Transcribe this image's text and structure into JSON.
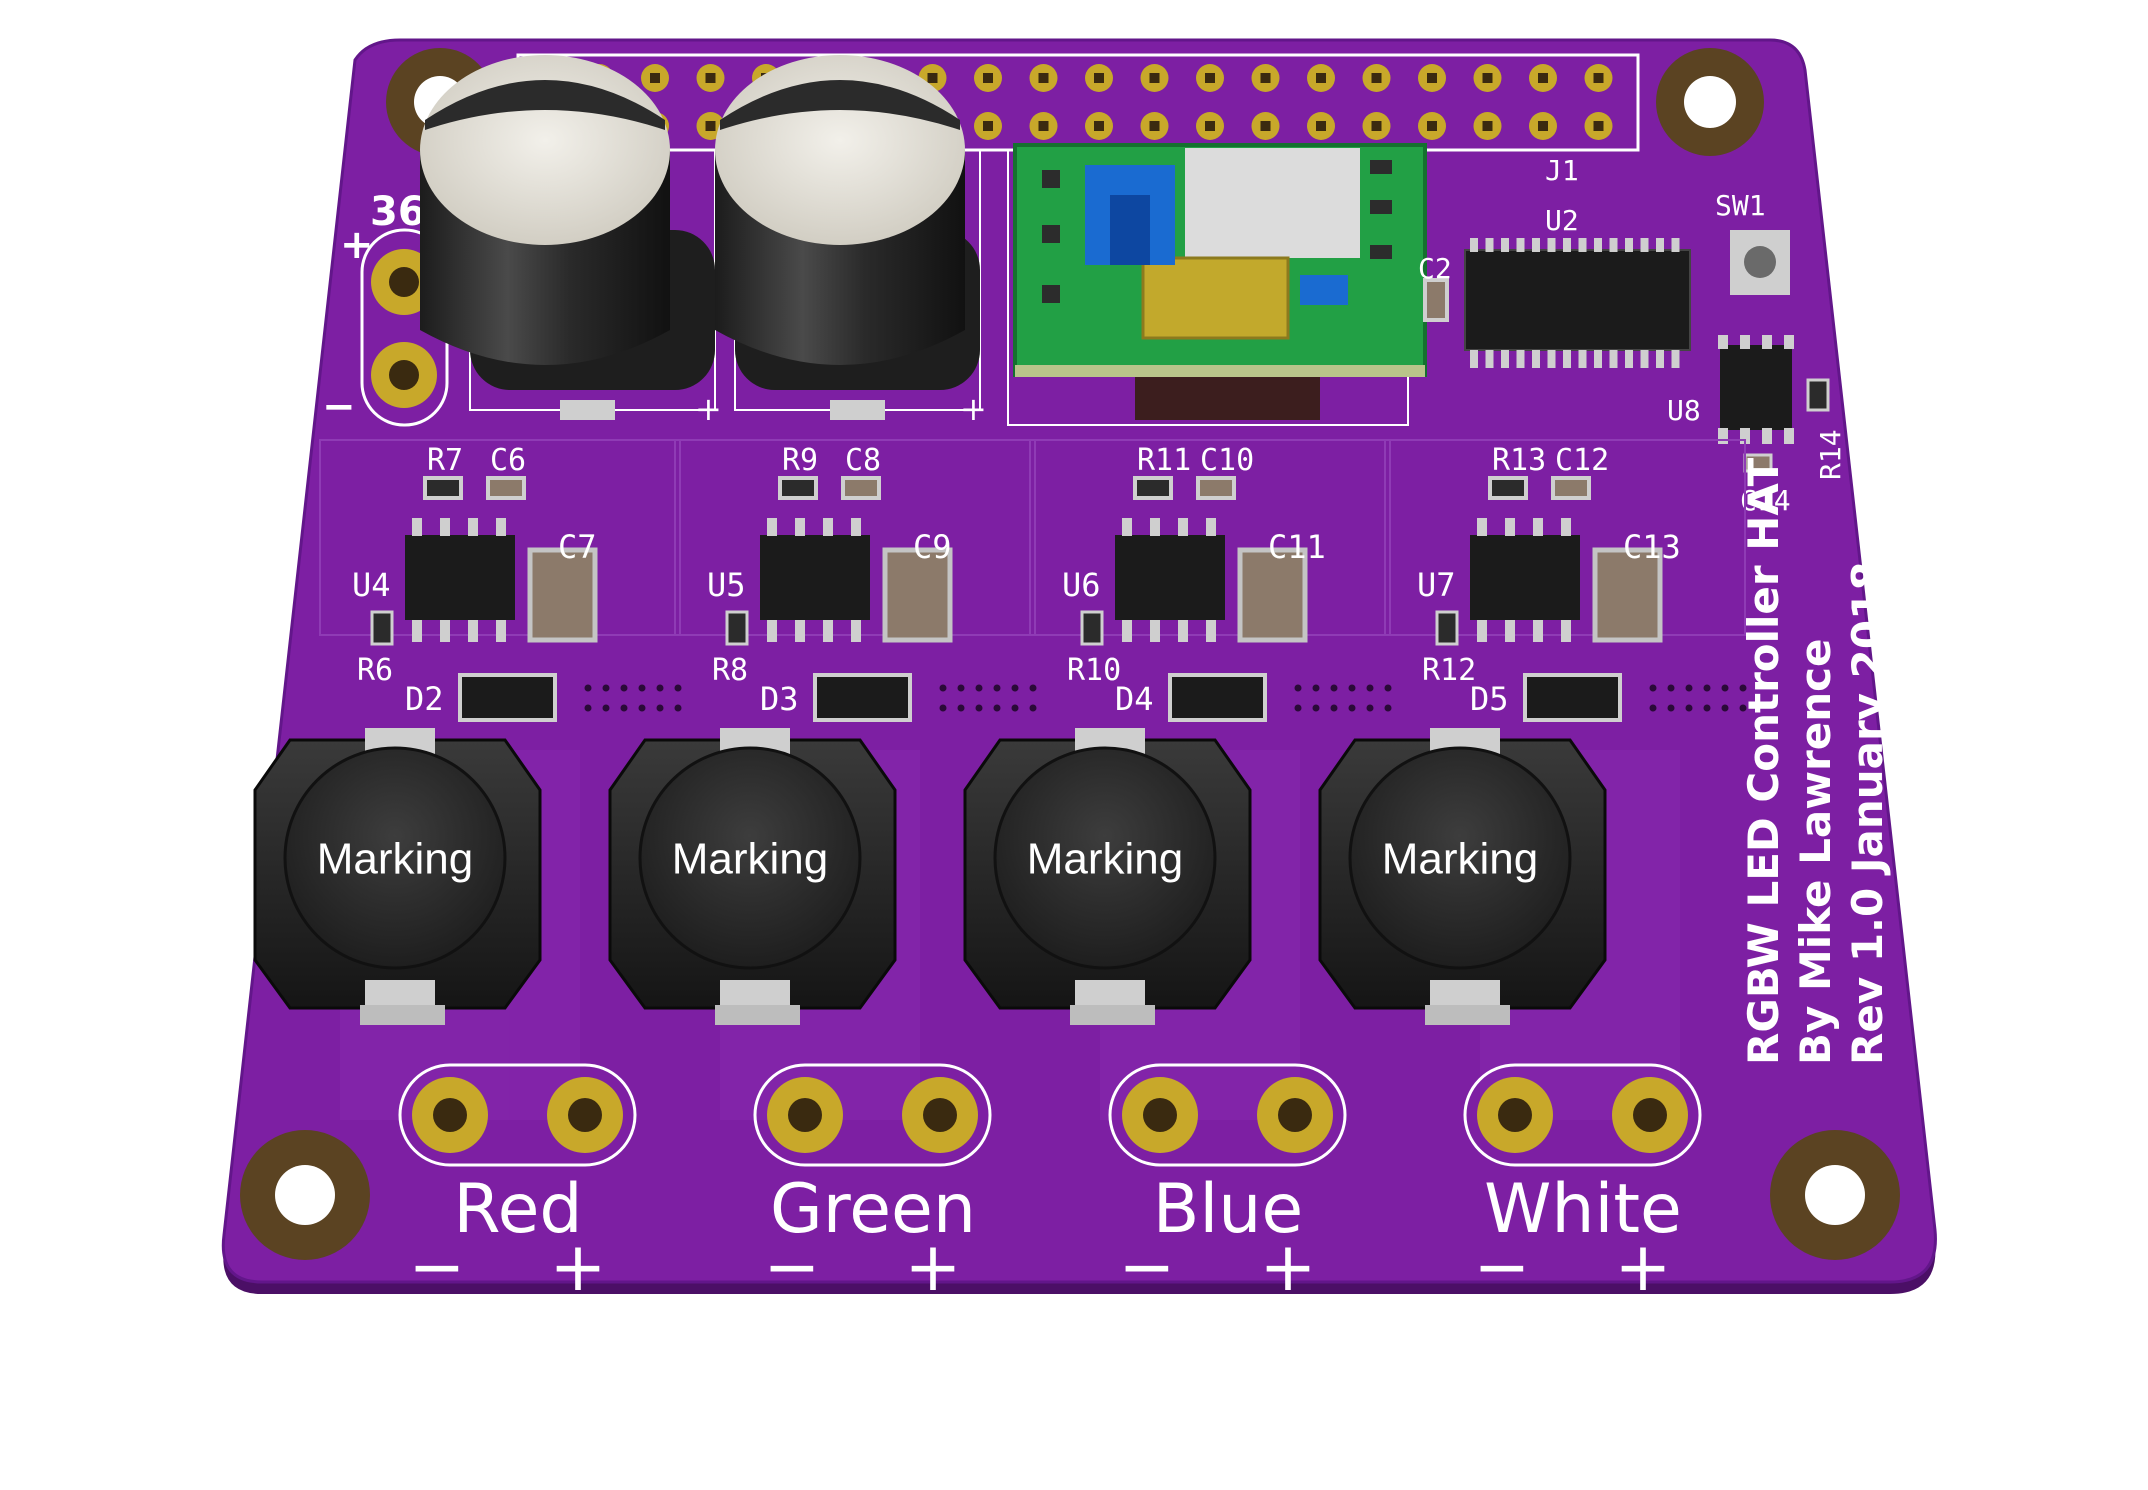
{
  "board": {
    "title_line1": "RGBW LED Controller HAT",
    "title_line2": "By Mike Lawrence",
    "title_line3": "Rev 1.0 January 2018",
    "input_label": "36",
    "input_plus": "+",
    "input_minus": "−",
    "cap_plus": "+",
    "colors": {
      "pcb": "#7d1fa3",
      "pcb_edge": "#5a1478",
      "silkscreen": "#ffffff",
      "copper": "#c8a82a",
      "submodule": "#22a045"
    }
  },
  "refs": {
    "header": "J1",
    "mcu": "U2",
    "switch": "SW1",
    "sensor": "U8",
    "cap2": "C2",
    "cap14": "C14",
    "res14": "R14"
  },
  "channels": [
    {
      "name": "Red",
      "minus": "−",
      "plus": "+",
      "u": "U4",
      "r_top": "R7",
      "c_top": "C6",
      "c_side": "C7",
      "r_low": "R6",
      "d": "D2",
      "inductor_mark": "Marking"
    },
    {
      "name": "Green",
      "minus": "−",
      "plus": "+",
      "u": "U5",
      "r_top": "R9",
      "c_top": "C8",
      "c_side": "C9",
      "r_low": "R8",
      "d": "D3",
      "inductor_mark": "Marking"
    },
    {
      "name": "Blue",
      "minus": "−",
      "plus": "+",
      "u": "U6",
      "r_top": "R11",
      "c_top": "C10",
      "c_side": "C11",
      "r_low": "R10",
      "d": "D4",
      "inductor_mark": "Marking"
    },
    {
      "name": "White",
      "minus": "−",
      "plus": "+",
      "u": "U7",
      "r_top": "R13",
      "c_top": "C12",
      "c_side": "C13",
      "r_low": "R12",
      "d": "D5",
      "inductor_mark": "Marking"
    }
  ]
}
